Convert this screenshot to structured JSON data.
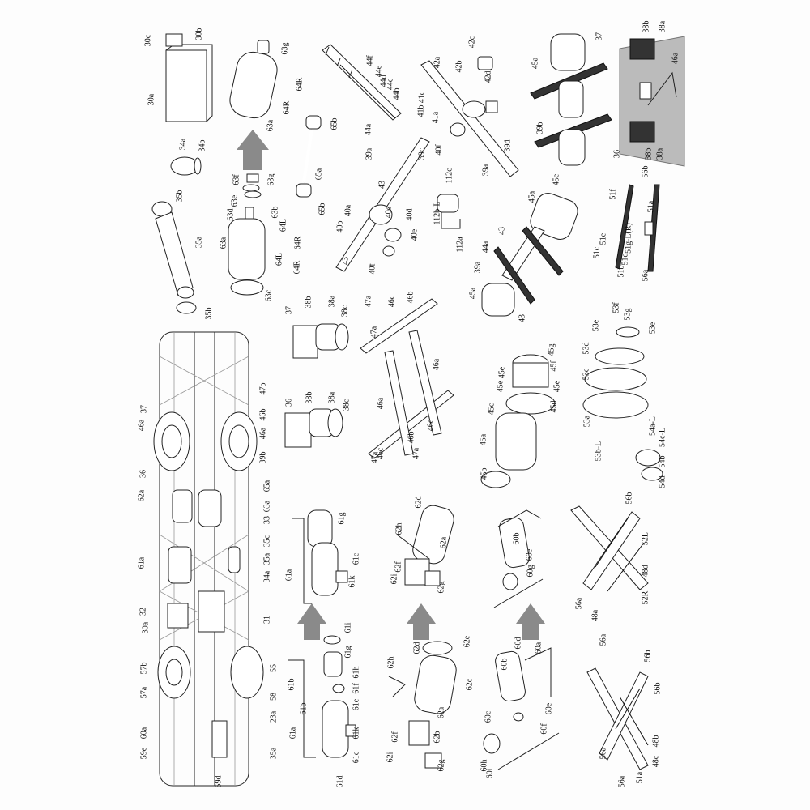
{
  "labels": [
    "30c",
    "30b",
    "30a",
    "34a",
    "34b",
    "35b",
    "35a",
    "35b",
    "63g",
    "64R",
    "64R",
    "63a",
    "63f",
    "63g",
    "63e",
    "63d",
    "63b",
    "64L",
    "64R",
    "64L",
    "64R",
    "63a",
    "63c",
    "65b",
    "65a",
    "65b",
    "44f",
    "44e",
    "44d",
    "44c",
    "44b",
    "44a",
    "39a",
    "39c",
    "43",
    "40a",
    "40b",
    "40c",
    "40d",
    "40e",
    "43",
    "40f",
    "42c",
    "42b",
    "42a",
    "42d",
    "41c",
    "41b",
    "41a",
    "40f",
    "39d",
    "39a",
    "112c",
    "112b-L",
    "112a",
    "45a",
    "39b",
    "45e",
    "45a",
    "43",
    "44a",
    "39a",
    "45a",
    "43",
    "37",
    "38b",
    "38a",
    "46a",
    "36",
    "38b",
    "38a",
    "56b",
    "51f",
    "51a",
    "51e",
    "51c",
    "51g-L(R)",
    "51d",
    "51b",
    "56a",
    "37",
    "38b",
    "38a",
    "38c",
    "36",
    "38b",
    "38a",
    "38c",
    "47a",
    "46c",
    "46b",
    "47a",
    "46a",
    "46a",
    "46c",
    "46b",
    "47a",
    "46c",
    "47a",
    "45g",
    "45f",
    "45e",
    "45e",
    "45e",
    "45d",
    "45c",
    "45a",
    "45b",
    "53g",
    "53f",
    "53e",
    "53e",
    "53d",
    "53c",
    "53a",
    "53b-L",
    "54a-L",
    "54c-L",
    "54b",
    "54d",
    "37",
    "46a",
    "47b",
    "46b",
    "46a",
    "39b",
    "36",
    "65a",
    "62a",
    "63a",
    "33",
    "61a",
    "35c",
    "35a",
    "34a",
    "32",
    "30a",
    "31",
    "57b",
    "57a",
    "55",
    "58",
    "60a",
    "23a",
    "59e",
    "35a",
    "59d",
    "61a",
    "61g",
    "61c",
    "61k",
    "61i",
    "61g",
    "61h",
    "61b",
    "61b",
    "61f",
    "61e",
    "61a",
    "61k",
    "61c",
    "61d",
    "62d",
    "62h",
    "62a",
    "62f",
    "62i",
    "62g",
    "62h",
    "62d",
    "62e",
    "62c",
    "62a",
    "62f",
    "62b",
    "62i",
    "62g",
    "60b",
    "60e",
    "60g",
    "60d",
    "60a",
    "60b",
    "60e",
    "60c",
    "60f",
    "60h",
    "60i",
    "56b",
    "52L",
    "48d",
    "52R",
    "56a",
    "48a",
    "56a",
    "56b",
    "56b",
    "56a",
    "48b",
    "48c",
    "51a",
    "56a"
  ]
}
